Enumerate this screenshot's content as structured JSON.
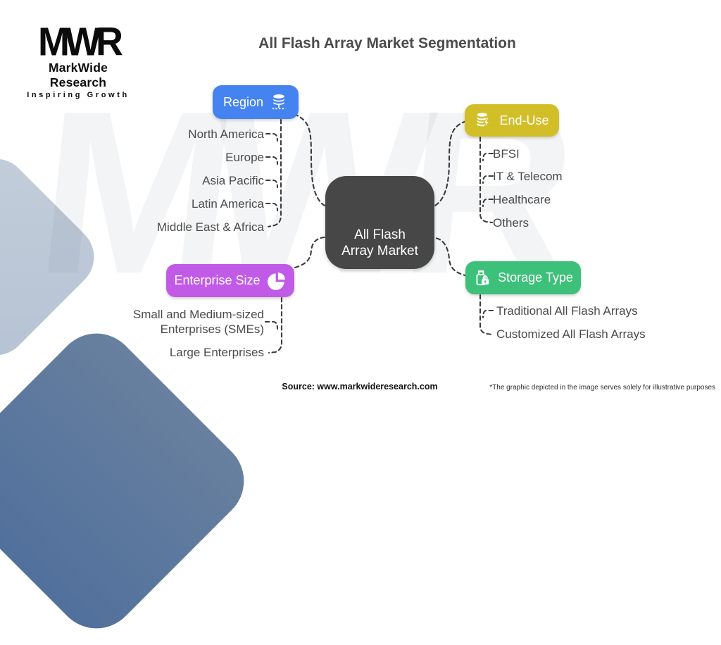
{
  "branding": {
    "logo_text": "MWR",
    "logo_name": "MarkWide Research",
    "logo_tagline": "Inspiring Growth",
    "watermark": "MWR"
  },
  "header": {
    "title": "All Flash Array Market Segmentation"
  },
  "center": {
    "label_line1": "All Flash",
    "label_line2": "Array Market",
    "color": "#474747"
  },
  "segments": {
    "region": {
      "label": "Region",
      "color": "#4584f0",
      "icon": "database-icon",
      "items": [
        "North America",
        "Europe",
        "Asia Pacific",
        "Latin America",
        "Middle East & Africa"
      ]
    },
    "end_use": {
      "label": "End-Use",
      "color": "#d2bf27",
      "icon": "flash-database-icon",
      "items": [
        "BFSI",
        "IT & Telecom",
        "Healthcare",
        "Others"
      ]
    },
    "enterprise_size": {
      "label": "Enterprise Size",
      "color": "#c25ae8",
      "icon": "pie-chart-icon",
      "items": [
        "Small and Medium-sized Enterprises (SMEs)",
        "Large Enterprises"
      ]
    },
    "storage_type": {
      "label": "Storage Type",
      "color": "#3dc07a",
      "icon": "usb-lock-icon",
      "items": [
        "Traditional All Flash Arrays",
        "Customized All Flash Arrays"
      ]
    }
  },
  "connector_color": "#3c3c3c",
  "footer": {
    "source": "Source: www.markwideresearch.com",
    "disclaimer": "*The graphic depicted in the image serves solely for illustrative purposes"
  }
}
